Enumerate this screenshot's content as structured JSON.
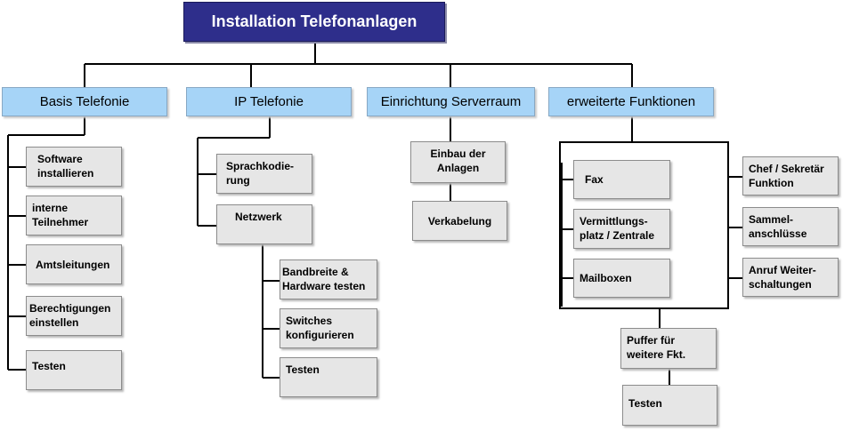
{
  "title": "Installation Telefonanlagen",
  "categories": [
    {
      "label": "Basis Telefonie"
    },
    {
      "label": "IP Telefonie"
    },
    {
      "label": "Einrichtung Serverraum"
    },
    {
      "label": "erweiterte Funktionen"
    }
  ],
  "basis": [
    {
      "lines": [
        "Software",
        "installieren"
      ]
    },
    {
      "lines": [
        "interne",
        "Teilnehmer"
      ]
    },
    {
      "lines": [
        "Amtsleitungen"
      ]
    },
    {
      "lines": [
        "Berechtigungen",
        "einstellen"
      ]
    },
    {
      "lines": [
        "Testen"
      ]
    }
  ],
  "ip": [
    {
      "lines": [
        "Sprachkodie-",
        "rung"
      ]
    },
    {
      "lines": [
        "Netzwerk"
      ]
    }
  ],
  "netzwerk": [
    {
      "lines": [
        "Bandbreite &",
        "Hardware testen"
      ]
    },
    {
      "lines": [
        "Switches",
        "konfigurieren"
      ]
    },
    {
      "lines": [
        "Testen"
      ]
    }
  ],
  "server": [
    {
      "lines": [
        "Einbau der",
        "Anlagen"
      ]
    },
    {
      "lines": [
        "Verkabelung"
      ]
    }
  ],
  "erweitert_left": [
    {
      "lines": [
        "Fax"
      ]
    },
    {
      "lines": [
        "Vermittlungs-",
        "platz / Zentrale"
      ]
    },
    {
      "lines": [
        "Mailboxen"
      ]
    }
  ],
  "erweitert_right": [
    {
      "lines": [
        "Chef / Sekretär",
        "Funktion"
      ]
    },
    {
      "lines": [
        "Sammel-",
        "anschlüsse"
      ]
    },
    {
      "lines": [
        "Anruf Weiter-",
        "schaltungen"
      ]
    }
  ],
  "erweitert_bottom": [
    {
      "lines": [
        "Puffer für",
        "weitere Fkt."
      ]
    },
    {
      "lines": [
        "Testen"
      ]
    }
  ]
}
